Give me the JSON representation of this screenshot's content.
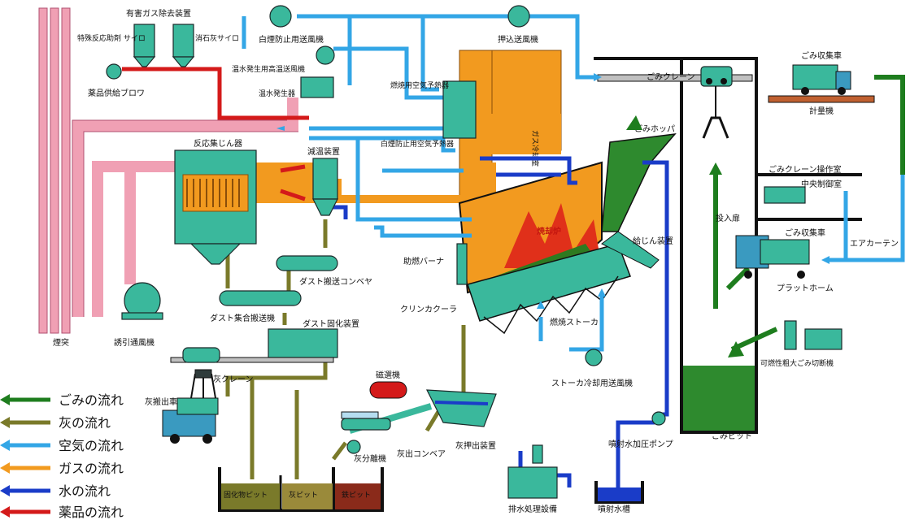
{
  "labels": {
    "gas_removal": "有害ガス除去装置",
    "special_reaction_silo": "特殊反応助剤\nサイロ",
    "slaked_lime_silo": "消石灰サイロ",
    "chemical_blower": "薬品供給ブロワ",
    "white_smoke_blower": "白煙防止用送風機",
    "hot_water_blower": "温水発生用高温送風機",
    "hot_water_generator": "温水発生器",
    "combustion_air_preheater": "燃焼用空気予熱器",
    "white_smoke_air_preheater": "白煙防止用空気予熱器",
    "forced_draft_fan": "押込送風機",
    "bag_filter": "反応集じん器",
    "cooling_tower": "減温装置",
    "gas_cooling_chamber": "ガス冷却室",
    "incinerator": "焼却炉",
    "chimney": "煙突",
    "induced_fan": "誘引通風機",
    "dust_conveyor": "ダスト搬送コンベヤ",
    "dust_collector_conveyor": "ダスト集合搬送機",
    "dust_solidifier": "ダスト固化装置",
    "auxiliary_burner": "助燃バーナ",
    "clinker_cooler": "クリンカクーラ",
    "combustion_stoker": "燃焼ストーカ",
    "stoker_cooling_fan": "ストーカ冷却用送風機",
    "ash_dust_device": "給じん装置",
    "refuse_hopper": "ごみホッパ",
    "refuse_crane": "ごみクレーン",
    "refuse_truck": "ごみ収集車",
    "scale": "計量機",
    "crane_control": "ごみクレーン操作室",
    "central_control": "中央制御室",
    "dump_door": "投入扉",
    "refuse_truck2": "ごみ収集車",
    "air_curtain": "エアカーテン",
    "platform": "プラットホーム",
    "bulky_crusher": "可燃性粗大ごみ切断機",
    "refuse_pit": "ごみピット",
    "spray_pump": "噴射水加圧ポンプ",
    "spray_tank": "噴射水槽",
    "wastewater": "排水処理設備",
    "ash_extractor": "灰押出装置",
    "ash_conveyor": "灰出コンベア",
    "ash_separator": "灰分離機",
    "magnetic_separator": "磁選機",
    "ash_crane": "灰クレーン",
    "ash_truck": "灰搬出車",
    "solidified_pit": "固化物ピット",
    "ash_pit": "灰ピット",
    "metal_pit": "鉄ピット"
  },
  "legend": [
    {
      "label": "ごみの流れ",
      "color": "#1e7d1e"
    },
    {
      "label": "灰の流れ",
      "color": "#7a7a2a"
    },
    {
      "label": "空気の流れ",
      "color": "#33a6e6"
    },
    {
      "label": "ガスの流れ",
      "color": "#f29a1f"
    },
    {
      "label": "水の流れ",
      "color": "#1a3cc8"
    },
    {
      "label": "薬品の流れ",
      "color": "#d41a1a"
    }
  ],
  "colors": {
    "refuse": "#1e7d1e",
    "ash": "#7a7a2a",
    "air": "#33a6e6",
    "gas": "#f29a1f",
    "water": "#1a3cc8",
    "chemical": "#d41a1a",
    "chimney": "#f0a0b4",
    "equipment": "#3ab89c"
  }
}
